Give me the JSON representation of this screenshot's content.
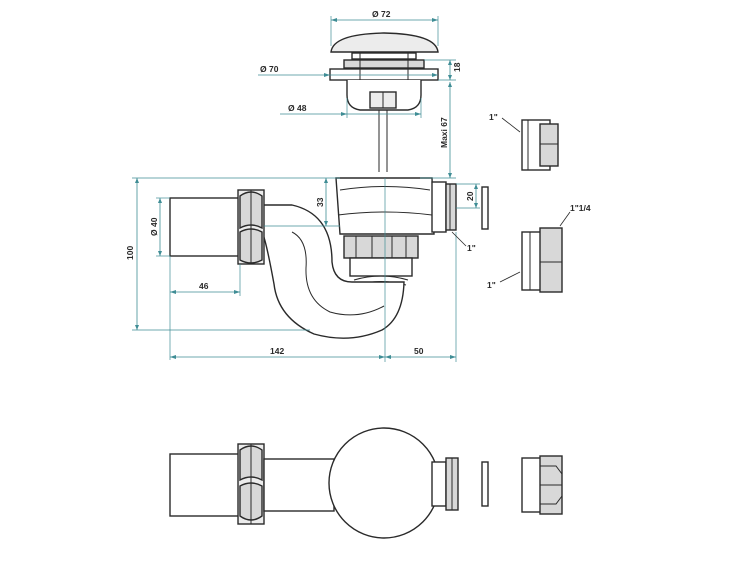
{
  "dimensions": {
    "cap_diameter": "Ø 72",
    "flange_diameter": "Ø 70",
    "flange_height": "18",
    "stem_diameter": "Ø 48",
    "max_height": "Maxi  67",
    "outlet_diameter": "Ø 40",
    "overall_height": "100",
    "trap_offset": "33",
    "pipe_length": "46",
    "overflow_height": "20",
    "trap_width": "142",
    "body_offset": "50"
  },
  "callouts": {
    "thread_side": "1\"",
    "nut_top": "1\"",
    "adapter_large": "1\"1/4",
    "adapter_small": "1\""
  },
  "colors": {
    "dimension_line": "#3f8d95",
    "outline": "#2a2a2a"
  }
}
